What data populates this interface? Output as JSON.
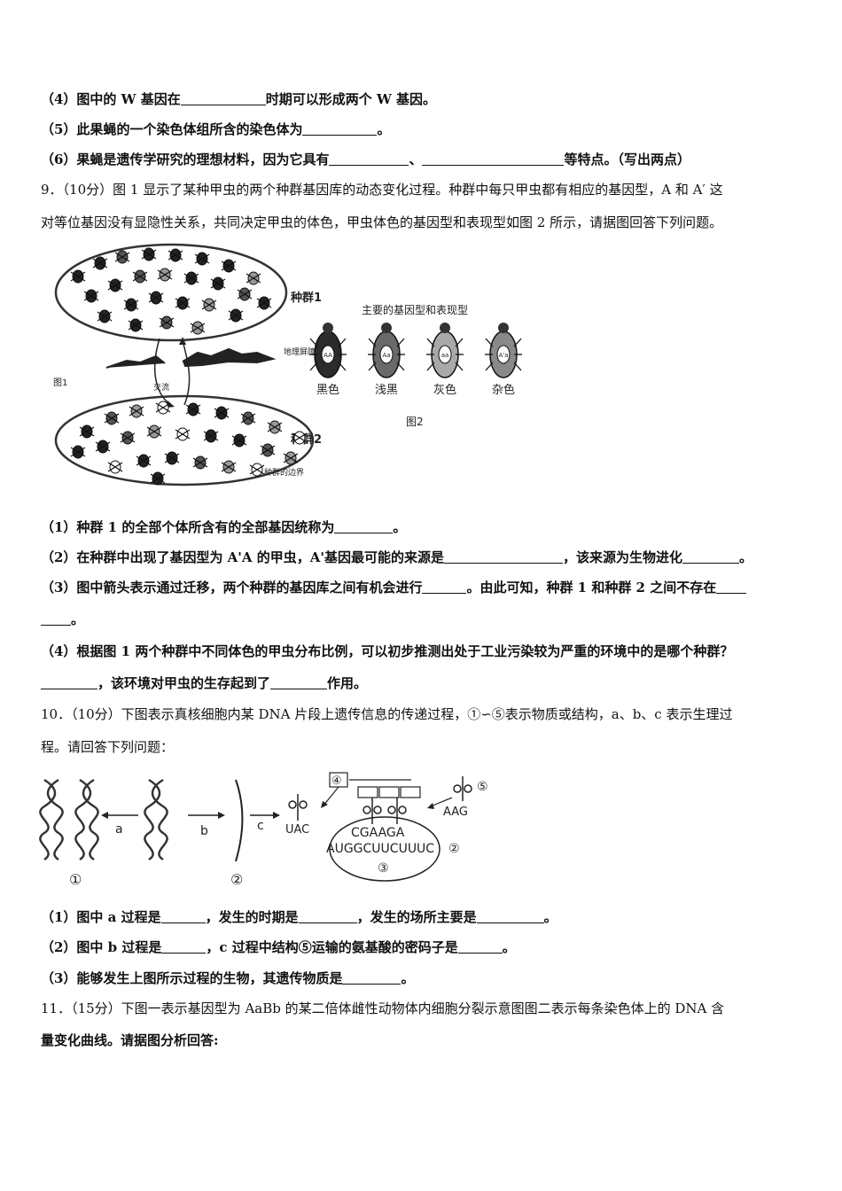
{
  "q8": {
    "p4": {
      "a": "（4）图中的 W 基因在",
      "b": "时期可以形成两个 W 基因。"
    },
    "p5": {
      "a": "（5）此果蝇的一个染色体组所含的染色体为",
      "b": "。"
    },
    "p6": {
      "a": "（6）果蝇是遗传学研究的理想材料，因为它具有",
      "b": "、",
      "c": "等特点。（写出两点）"
    }
  },
  "q9": {
    "stem1": "9．（10分）图 1 显示了某种甲虫的两个种群基因库的动态变化过程。种群中每只甲虫都有相应的基因型，A 和 A′ 这",
    "stem2": "对等位基因没有显隐性关系，共同决定甲虫的体色，甲虫体色的基因型和表现型如图 2 所示，请据图回答下列问题。",
    "fig": {
      "pop1": "种群1",
      "pop2": "种群2",
      "barrier": "地理屏障",
      "exchange": "交流",
      "boundary": "种群的边界",
      "fig1": "图1",
      "fig2": "图2",
      "fig2_title": "主要的基因型和表现型",
      "beetles": [
        {
          "geno": "AA",
          "pheno": "黑色",
          "shade": "#2b2b2b"
        },
        {
          "geno": "Aa",
          "pheno": "浅黑",
          "shade": "#6a6a6a"
        },
        {
          "geno": "aa",
          "pheno": "灰色",
          "shade": "#a9a9a9"
        },
        {
          "geno": "A'a",
          "pheno": "杂色",
          "shade": "#8a8a8a"
        }
      ]
    },
    "p1": {
      "a": "（1）种群 1 的全部个体所含有的全部基因统称为",
      "b": "。"
    },
    "p2": {
      "a": "（2）在种群中出现了基因型为 A'A 的甲虫，A'基因最可能的来源是",
      "b": "，该来源为生物进化",
      "c": "。"
    },
    "p3": {
      "a": "（3）图中箭头表示通过迁移，两个种群的基因库之间有机会进行",
      "b": "。由此可知，种群 1 和种群 2 之间不存在",
      "c": "。"
    },
    "p4": {
      "a": "（4）根据图 1 两个种群中不同体色的甲虫分布比例，可以初步推测出处于工业污染较为严重的环境中的是哪个种群？",
      "b": "，该环境对甲虫的生存起到了",
      "c": "作用。"
    }
  },
  "q10": {
    "stem1": "10．（10分）下图表示真核细胞内某 DNA 片段上遗传信息的传递过程，①∽⑤表示物质或结构，a、b、c 表示生理过",
    "stem2": "程。请回答下列问题：",
    "fig": {
      "a": "a",
      "b": "b",
      "c": "c",
      "n1": "①",
      "n2": "②",
      "n3": "③",
      "n4": "④",
      "n5": "⑤",
      "uac": "UAC",
      "cgaaga": "CGAAGA",
      "aag": "AAG",
      "mrna": "AUGGCUUCUUUC"
    },
    "p1": {
      "a": "（1）图中 a 过程是",
      "b": "，发生的时期是",
      "c": "，发生的场所主要是",
      "d": "。"
    },
    "p2": {
      "a": "（2）图中 b 过程是",
      "b": "，c 过程中结构⑤运输的氨基酸的密码子是",
      "c": "。"
    },
    "p3": {
      "a": "（3）能够发生上图所示过程的生物，其遗传物质是",
      "b": "。"
    }
  },
  "q11": {
    "stem1": "11．（15分）下图一表示基因型为 AaBb 的某二倍体雌性动物体内细胞分裂示意图图二表示每条染色体上的 DNA 含",
    "stem2": "量变化曲线。请据图分析回答:"
  }
}
